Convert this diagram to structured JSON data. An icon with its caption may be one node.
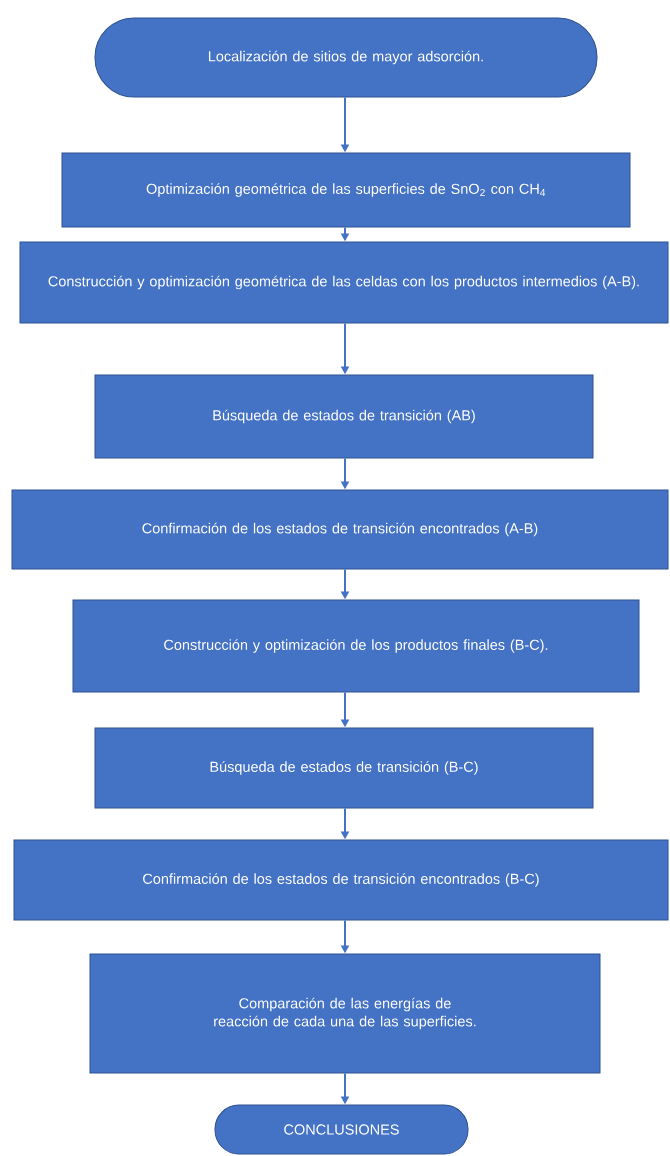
{
  "diagram": {
    "nodes": [
      {
        "text": [
          "Localización de sitios de mayor adsorción."
        ]
      },
      {
        "text": [
          "Optimización geométrica de las superficies de SnO$_{2}$ con CH$_{4}$"
        ]
      },
      {
        "text": [
          "Construcción y optimización geométrica de las celdas con los productos intermedios (A-B)."
        ]
      },
      {
        "text": [
          "Búsqueda de estados de transición (AB)"
        ]
      },
      {
        "text": [
          "Confirmación de los estados de transición encontrados (A-B)"
        ]
      },
      {
        "text": [
          "Construcción y optimización de los productos finales (B-C)."
        ]
      },
      {
        "text": [
          "Búsqueda de estados de transición (B-C)"
        ]
      },
      {
        "text": [
          "Confirmación de los estados de transición encontrados (B-C)"
        ]
      },
      {
        "text": [
          "Comparación de las energías de reacción de cada una de las superficies."
        ]
      },
      {
        "text": [
          "CONCLUSIONES"
        ]
      }
    ],
    "edges": [
      {
        "from": 0,
        "to": 1,
        "arrow": "to"
      },
      {
        "from": 1,
        "to": 2,
        "arrow": "to"
      },
      {
        "from": 2,
        "to": 3,
        "arrow": "to"
      },
      {
        "from": 3,
        "to": 4,
        "arrow": "to"
      },
      {
        "from": 4,
        "to": 5,
        "arrow": "to"
      },
      {
        "from": 5,
        "to": 6,
        "arrow": "to"
      },
      {
        "from": 6,
        "to": 7,
        "arrow": "to"
      },
      {
        "from": 7,
        "to": 8,
        "arrow": "to"
      },
      {
        "from": 8,
        "to": 9,
        "arrow": "to"
      }
    ]
  }
}
